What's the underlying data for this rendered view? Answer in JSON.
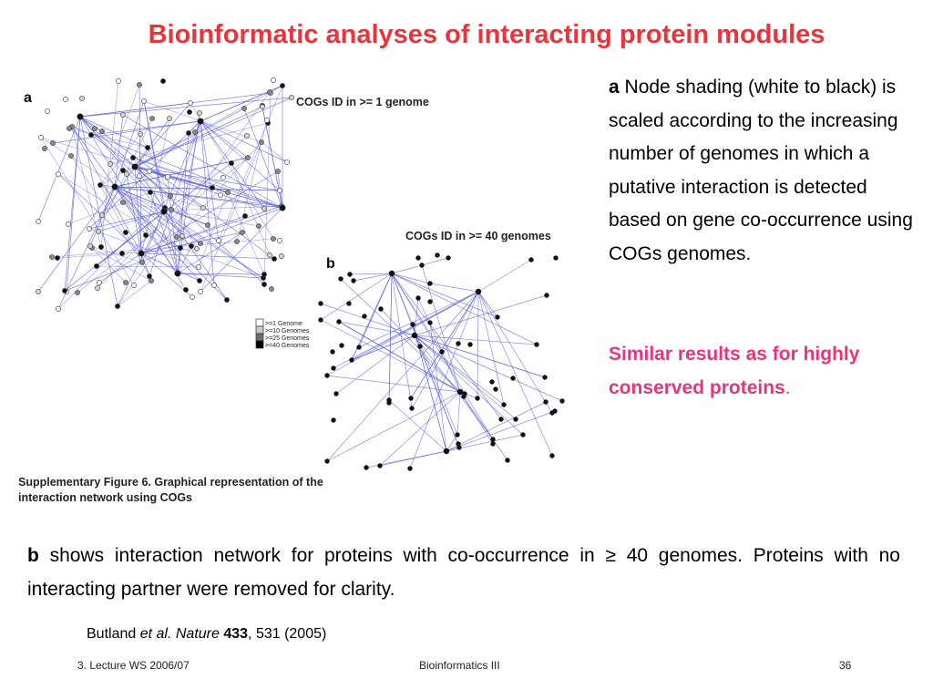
{
  "title": "Bioinformatic analyses of interacting protein modules",
  "figure": {
    "panel_a_letter": "a",
    "panel_a_label": "COGs ID in >= 1 genome",
    "panel_b_letter": "b",
    "panel_b_label": "COGs ID in >= 40 genomes",
    "legend": [
      {
        "label": ">=1 Genome",
        "color": "#ffffff"
      },
      {
        "label": ">=10 Genomes",
        "color": "#c8c8c8"
      },
      {
        "label": ">=25 Genomes",
        "color": "#6e6e6e"
      },
      {
        "label": ">=40 Genomes",
        "color": "#000000"
      }
    ],
    "caption_line1": "Supplementary Figure 6. Graphical representation of the",
    "caption_line2": "interaction network using COGs"
  },
  "description_a": {
    "letter": "a",
    "text": "Node shading (white to black) is scaled according to the increasing number of genomes in which a putative interaction is detected based on gene co-occurrence using COGs genomes."
  },
  "highlight": {
    "text": "Similar results as for highly conserved proteins",
    "suffix": "."
  },
  "description_b": {
    "letter": "b",
    "text": "shows interaction network for proteins with co-occurrence in ≥ 40 genomes. Proteins with no interacting partner were removed for clarity."
  },
  "citation": {
    "author": "Butland",
    "etal": "et al.",
    "journal": "Nature",
    "volume": "433",
    "rest": ", 531 (2005)"
  },
  "footer": {
    "left": "3. Lecture WS 2006/07",
    "center": "Bioinformatics III",
    "right": "36"
  },
  "colors": {
    "title": "#e8343a",
    "highlight": "#e8347a",
    "edge": "#5a5fd0"
  }
}
